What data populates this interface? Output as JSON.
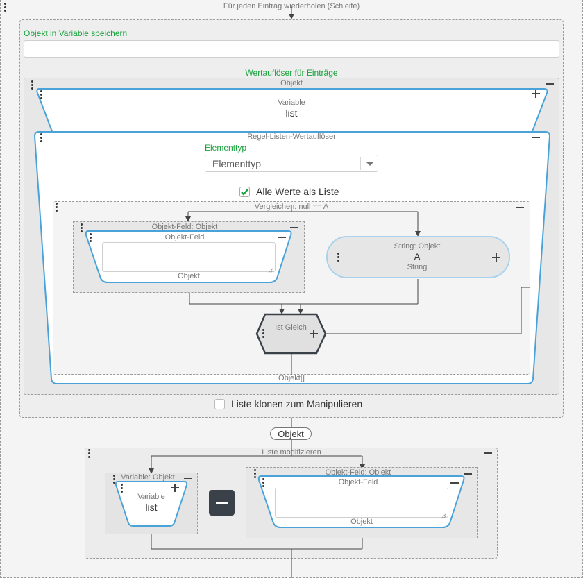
{
  "loop": {
    "title": "Für jeden Eintrag wiederholen (Schleife)"
  },
  "store_var": {
    "label": "Objekt in Variable speichern",
    "value": ""
  },
  "resolver": {
    "label": "Wertauflöser für Einträge",
    "objekt_box": "Objekt",
    "variable_block": {
      "label": "Variable",
      "value": "list"
    },
    "rule_list": {
      "title": "Regel-Listen-Wertauflöser",
      "elementtyp_label": "Elementtyp",
      "elementtyp_placeholder": "Elementtyp",
      "alle_werte_label": "Alle Werte als Liste",
      "alle_werte_checked": true,
      "compare": {
        "title": "Vergleichen: null == A",
        "field_box": {
          "title": "Objekt-Feld: Objekt",
          "inner_title": "Objekt-Feld",
          "footer": "Objekt"
        },
        "string_block": {
          "title": "String: Objekt",
          "value": "A",
          "type": "String"
        },
        "equals_block": {
          "title": "Ist Gleich",
          "op": "=="
        }
      },
      "output": "Objekt[]"
    }
  },
  "clone": {
    "label": "Liste klonen zum Manipulieren",
    "checked": false
  },
  "objekt_pill": "Objekt",
  "modify": {
    "title": "Liste modifizieren",
    "var_box": {
      "title": "Variable: Objekt",
      "label": "Variable",
      "value": "list"
    },
    "field_box": {
      "title": "Objekt-Feld: Objekt",
      "inner_title": "Objekt-Feld",
      "footer": "Objekt"
    },
    "op_symbol": "minus"
  },
  "colors": {
    "accent_blue": "#4aa3d8",
    "green": "#17a33a",
    "dark_op": "#3b4149"
  }
}
